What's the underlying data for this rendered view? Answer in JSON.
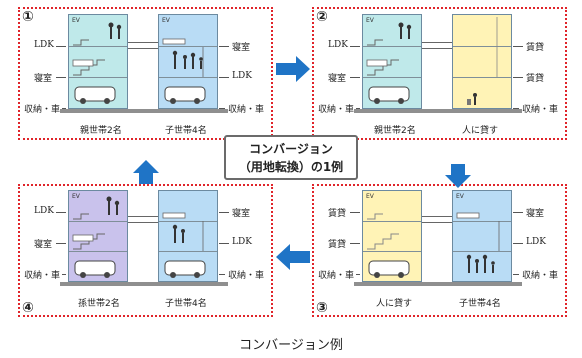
{
  "center_title_line1": "コンバージョン",
  "center_title_line2": "（用地転換）の1例",
  "footer_caption": "コンバージョン例",
  "colors": {
    "border_red": "#e0242a",
    "arrow_blue": "#1f74c6",
    "cyan_unit": "#bfe9ea",
    "blue_unit": "#b9dcf5",
    "yellow_unit": "#fff3b6",
    "purple_unit": "#c9c2ec"
  },
  "panels": [
    {
      "number": "①",
      "left_labels": [
        "LDK",
        "寝室",
        "収納・車"
      ],
      "right_labels": [
        "寝室",
        "LDK",
        "収納・車"
      ],
      "left_caption": "親世帯2名",
      "right_caption": "子世帯4名",
      "ev_left": "EV",
      "ev_right": "EV"
    },
    {
      "number": "②",
      "left_labels": [
        "LDK",
        "寝室",
        "収納・車"
      ],
      "right_labels": [
        "賃貸",
        "賃貸",
        "収納・車"
      ],
      "left_caption": "親世帯2名",
      "right_caption": "人に貸す",
      "ev_left": "EV"
    },
    {
      "number": "③",
      "left_labels": [
        "賃貸",
        "賃貸",
        "収納・車"
      ],
      "right_labels": [
        "寝室",
        "LDK",
        "収納・車"
      ],
      "left_caption": "人に貸す",
      "right_caption": "子世帯4名",
      "ev_left": "EV",
      "ev_right": "EV"
    },
    {
      "number": "④",
      "left_labels": [
        "LDK",
        "寝室",
        "収納・車"
      ],
      "right_labels": [
        "寝室",
        "LDK",
        "収納・車"
      ],
      "left_caption": "孫世帯2名",
      "right_caption": "子世帯4名",
      "ev_left": "EV"
    }
  ]
}
